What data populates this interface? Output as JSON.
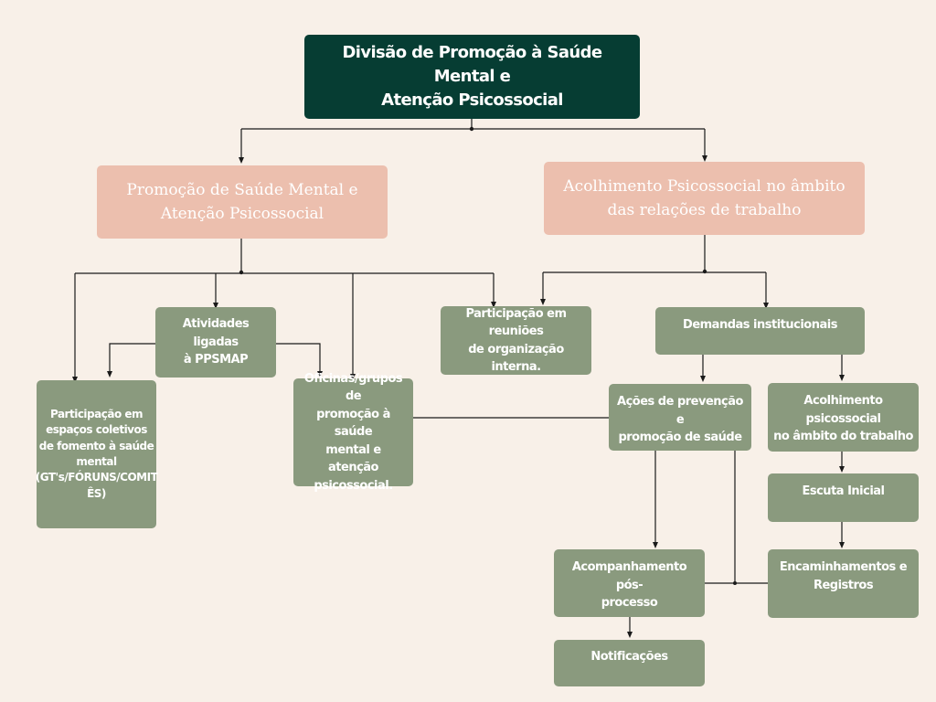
{
  "root": "Divisão de Promoção à Saúde Mental e\nAtenção Psicossocial",
  "branch_left": "Promoção de Saúde Mental e\nAtenção Psicossocial",
  "branch_right": "Acolhimento Psicossocial no âmbito\ndas relações de trabalho",
  "atividades": "Atividades ligadas\nà PPSMAP",
  "participacao_coletivos": "Participação em\nespaços coletivos\nde fomento à saúde\nmental\n(GT's/FÓRUNS/COMIT\nÊS)",
  "oficinas": "Oficinas/grupos de\npromoção à saúde\nmental e atenção\npsicossocial.",
  "reunioes": "Participação em reuniões\nde organização interna.",
  "demandas": "Demandas institucionais",
  "acoes": "Ações de prevenção e\npromoção de saúde",
  "acolhimento_trabalho": "Acolhimento psicossocial\nno âmbito do trabalho",
  "escuta": "Escuta Inicial",
  "encaminhamentos": "Encaminhamentos e\nRegistros",
  "acompanhamento": "Acompanhamento pós-\nprocesso",
  "notificacoes": "Notificações",
  "colors": {
    "background": "#f8f0e8",
    "root": "#063d33",
    "level2": "#ecbfae",
    "level3": "#8a9a7e",
    "connector": "#1a1a1a"
  }
}
